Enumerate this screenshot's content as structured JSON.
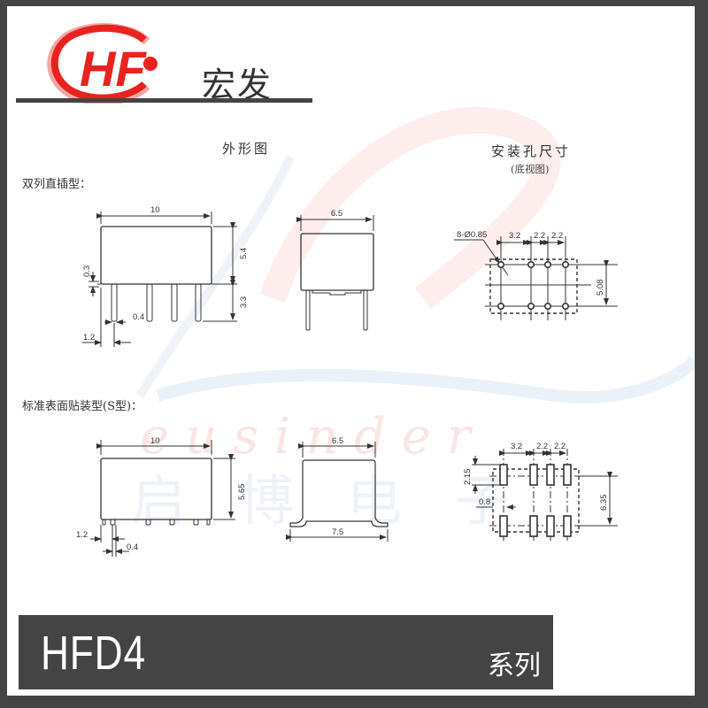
{
  "header": {
    "logo_text": "HF",
    "brand_name": "宏发"
  },
  "sections": {
    "outline_title": "外形图",
    "mounting_title": "安装孔尺寸",
    "mounting_subtitle": "(底视图)",
    "dip_label": "双列直插型：",
    "smd_label": "标准表面贴装型(S型)："
  },
  "dip_front": {
    "width": "10",
    "height": "5.4",
    "pin_length": "3.3",
    "standoff": "0.3",
    "pin_width": "0.4",
    "pin_offset": "1.2"
  },
  "dip_side": {
    "width": "6.5"
  },
  "dip_holes": {
    "hole_spec": "8-Ø0.85",
    "pitch_first": "3.2",
    "pitch_2": "2.2",
    "pitch_3": "2.2",
    "row_spacing": "5.08"
  },
  "smd_front": {
    "width": "10",
    "height": "5.65",
    "pin_offset": "1.2",
    "pin_width": "0.4"
  },
  "smd_side": {
    "body_width": "6.5",
    "foot_width": "7.5"
  },
  "smd_pads": {
    "pitch_first": "3.2",
    "pitch_2": "2.2",
    "pitch_3": "2.2",
    "pad_length": "2.15",
    "pad_width": "0.8",
    "row_spacing": "6.35"
  },
  "watermark": {
    "text_latin": "Leusinder",
    "text_cn": "启博电子"
  },
  "banner": {
    "model": "HFD4",
    "series": "系列"
  },
  "colors": {
    "frame": "#444444",
    "logo_red": "#e8231f",
    "text": "#333333"
  }
}
